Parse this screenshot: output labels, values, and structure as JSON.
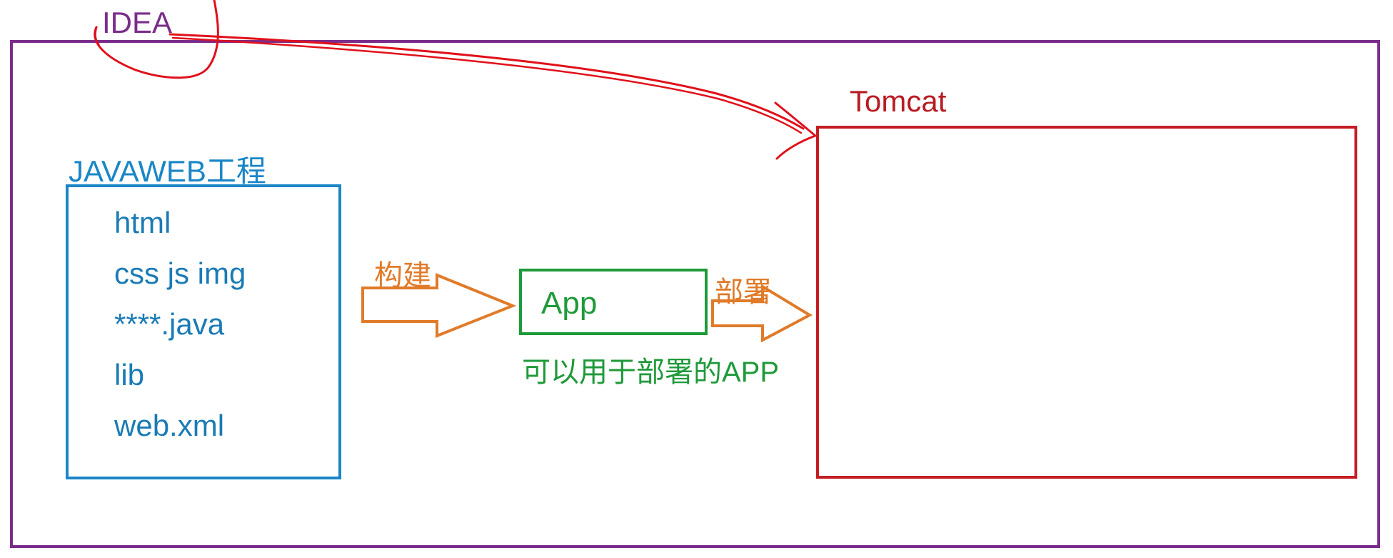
{
  "idea": {
    "label": "IDEA"
  },
  "javaweb": {
    "title": "JAVAWEB工程",
    "files": [
      "html",
      "css js img",
      "****.java",
      "lib",
      "web.xml"
    ]
  },
  "build": {
    "label": "构建"
  },
  "app": {
    "label": "App",
    "caption": "可以用于部署的APP"
  },
  "deploy": {
    "label": "部署"
  },
  "tomcat": {
    "label": "Tomcat"
  },
  "colors": {
    "idea": "#7b2d8b",
    "javaweb": "#1a86c7",
    "app": "#1f9a3a",
    "arrow": "#e07b2a",
    "tomcat": "#c41e24",
    "annotation": "#e0101a"
  }
}
